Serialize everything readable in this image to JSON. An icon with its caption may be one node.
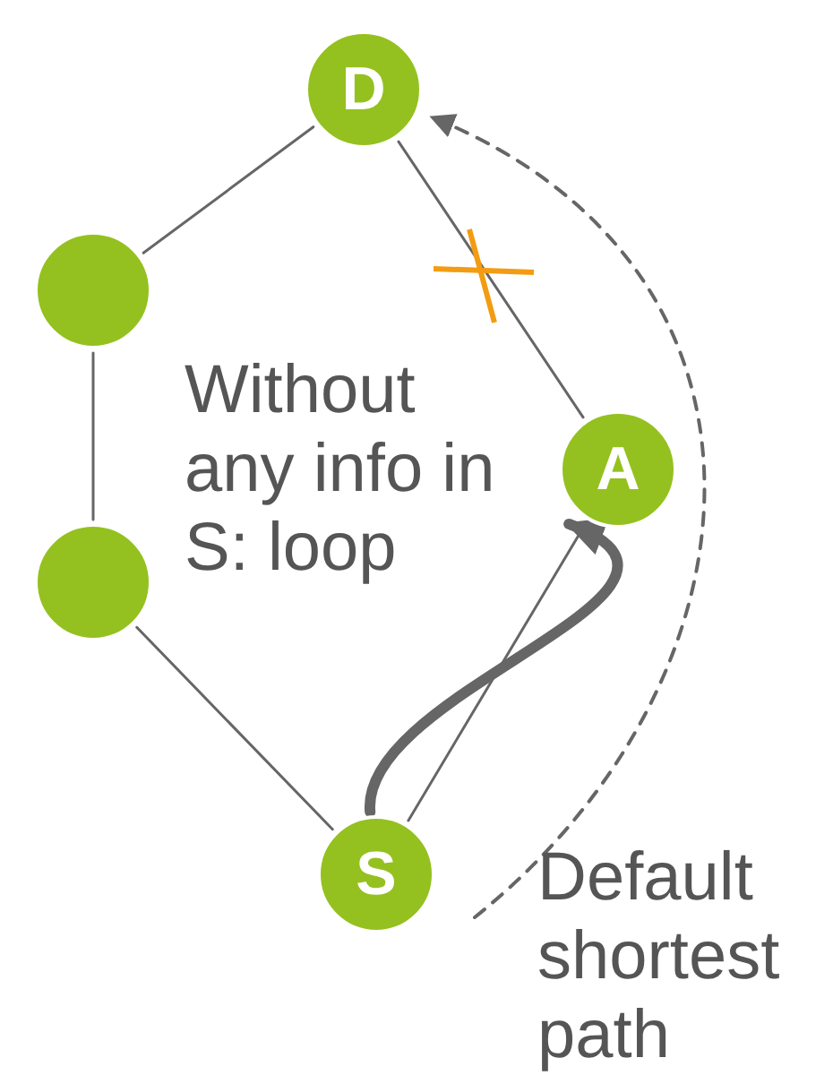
{
  "diagram": {
    "nodes": [
      {
        "text": [
          "D"
        ]
      },
      {
        "text": [],
        "shape": "circle"
      },
      {
        "text": [
          "A"
        ]
      },
      {
        "text": [],
        "shape": "circle"
      },
      {
        "text": [
          "S"
        ]
      }
    ],
    "edges": [
      {
        "from": 0,
        "to": 1,
        "arrow": "none"
      },
      {
        "from": 1,
        "to": 3,
        "arrow": "none"
      },
      {
        "from": 3,
        "to": 4,
        "arrow": "none"
      },
      {
        "from": 4,
        "to": 2,
        "arrow": "none"
      },
      {
        "from": 2,
        "to": 0,
        "arrow": "none"
      },
      {
        "from": 4,
        "to": 2,
        "arrow": "to",
        "style": "thick"
      },
      {
        "from": null,
        "to": 0,
        "arrow": "to",
        "style": "dashed"
      }
    ],
    "labels": [
      "Without any info in S: loop",
      "Default shortest path"
    ]
  }
}
